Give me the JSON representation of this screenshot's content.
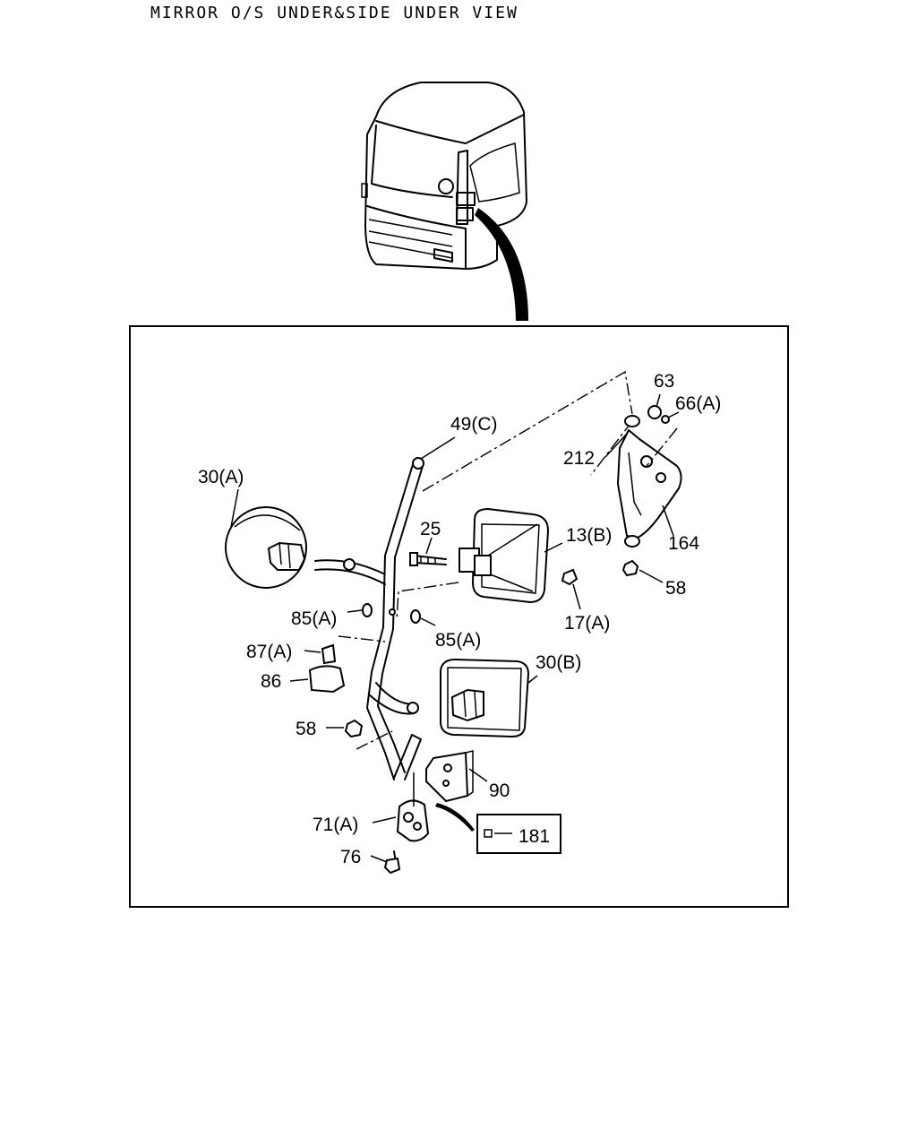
{
  "title": "MIRROR O/S UNDER&SIDE UNDER VIEW",
  "callouts": {
    "c63": "63",
    "c66a": "66(A)",
    "c49c": "49(C)",
    "c212": "212",
    "c30a": "30(A)",
    "c25": "25",
    "c13b": "13(B)",
    "c164": "164",
    "c58_top": "58",
    "c85a_left": "85(A)",
    "c17a": "17(A)",
    "c85a_right": "85(A)",
    "c87a": "87(A)",
    "c30b": "30(B)",
    "c86": "86",
    "c58_bottom": "58",
    "c90": "90",
    "c71a": "71(A)",
    "c181": "181",
    "c76": "76"
  }
}
